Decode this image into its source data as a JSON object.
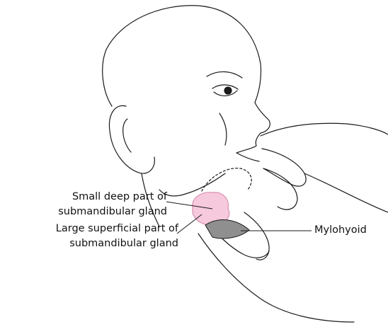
{
  "labels": {
    "deep_part_line1": "Small deep part of",
    "deep_part_line2": "submandibular gland",
    "superficial_line1": "Large superficial part of",
    "superficial_line2": "submandibular gland",
    "mylohyoid": "Mylohyoid"
  },
  "colors": {
    "line": "#1a1a1a",
    "gland_fill": "#f7c9dc",
    "gland_stroke": "#d98fb0",
    "muscle_fill": "#8f8f8f"
  }
}
